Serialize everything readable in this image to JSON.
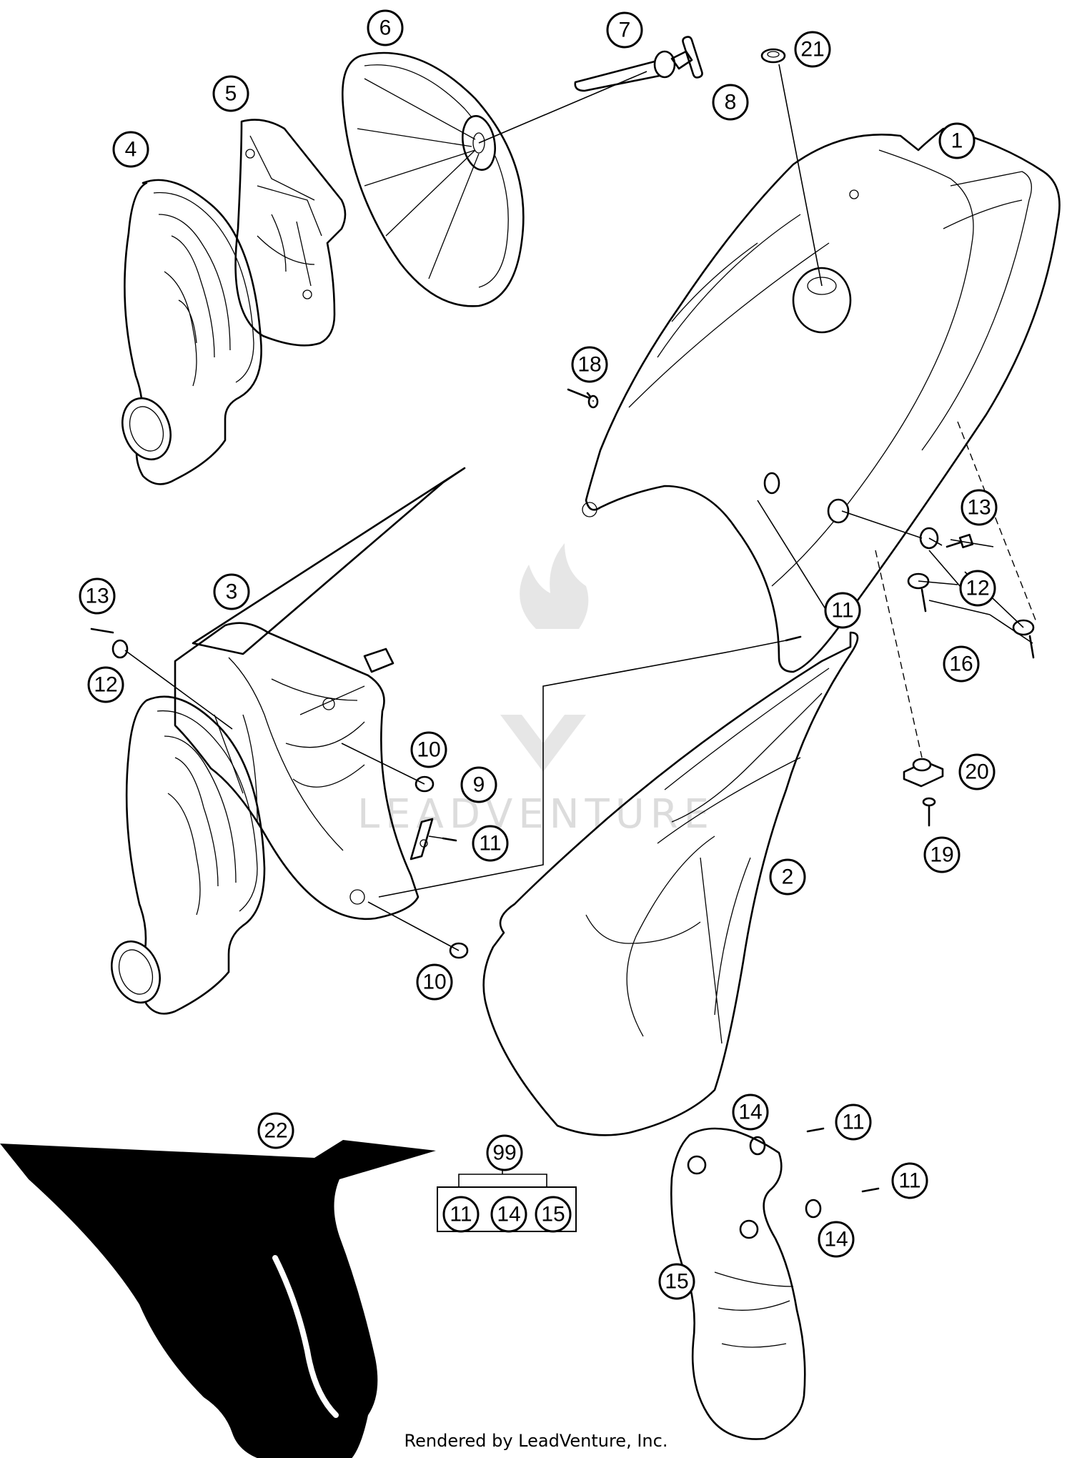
{
  "callouts": {
    "c1": "1",
    "c2": "2",
    "c3": "3",
    "c4": "4",
    "c5": "5",
    "c6": "6",
    "c7": "7",
    "c8": "8",
    "c9": "9",
    "c10a": "10",
    "c10b": "10",
    "c11a": "11",
    "c11b": "11",
    "c11c": "11",
    "c11d": "11",
    "c12a": "12",
    "c12b": "12",
    "c13a": "13",
    "c13b": "13",
    "c14a": "14",
    "c14b": "14",
    "c15": "15",
    "c16": "16",
    "c18": "18",
    "c19": "19",
    "c20": "20",
    "c21": "21",
    "c22": "22"
  },
  "kit": {
    "number": "99",
    "items": [
      "11",
      "14",
      "15"
    ]
  },
  "watermark": "LEADVENTURE",
  "footer": "Rendered by LeadVenture, Inc."
}
